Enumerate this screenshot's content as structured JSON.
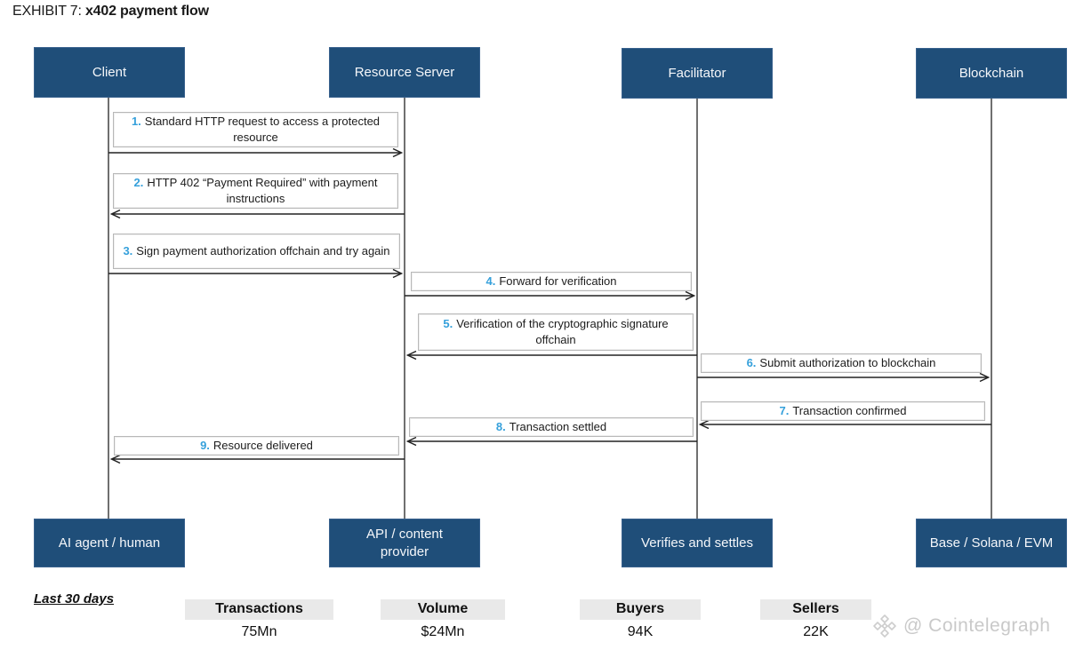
{
  "title": {
    "prefix": "EXHIBIT 7: ",
    "bold": "x402 payment flow"
  },
  "actors": {
    "top": [
      {
        "label": "Client"
      },
      {
        "label": "Resource Server"
      },
      {
        "label": "Facilitator"
      },
      {
        "label": "Blockchain"
      }
    ],
    "bottom": [
      {
        "label": "AI agent / human"
      },
      {
        "label": "API / content provider"
      },
      {
        "label": "Verifies and settles"
      },
      {
        "label": "Base / Solana / EVM"
      }
    ]
  },
  "steps": [
    {
      "num": "1.",
      "text": "Standard HTTP request to access a protected resource",
      "from": "Client",
      "to": "Resource Server",
      "direction": "right"
    },
    {
      "num": "2.",
      "text": "HTTP 402 “Payment Required” with payment instructions",
      "from": "Resource Server",
      "to": "Client",
      "direction": "left"
    },
    {
      "num": "3.",
      "text": "Sign payment authorization offchain and try again",
      "from": "Client",
      "to": "Resource Server",
      "direction": "right"
    },
    {
      "num": "4.",
      "text": "Forward for verification",
      "from": "Resource Server",
      "to": "Facilitator",
      "direction": "right"
    },
    {
      "num": "5.",
      "text": "Verification of the cryptographic signature offchain",
      "from": "Facilitator",
      "to": "Resource Server",
      "direction": "left"
    },
    {
      "num": "6.",
      "text": "Submit authorization to blockchain",
      "from": "Facilitator",
      "to": "Blockchain",
      "direction": "right"
    },
    {
      "num": "7.",
      "text": "Transaction confirmed",
      "from": "Blockchain",
      "to": "Facilitator",
      "direction": "left"
    },
    {
      "num": "8.",
      "text": "Transaction settled",
      "from": "Facilitator",
      "to": "Resource Server",
      "direction": "left"
    },
    {
      "num": "9.",
      "text": "Resource delivered",
      "from": "Resource Server",
      "to": "Client",
      "direction": "left"
    }
  ],
  "stats": {
    "period_label": "Last 30 days",
    "items": [
      {
        "label": "Transactions",
        "value": "75Mn"
      },
      {
        "label": "Volume",
        "value": "$24Mn"
      },
      {
        "label": "Buyers",
        "value": "94K"
      },
      {
        "label": "Sellers",
        "value": "22K"
      }
    ]
  },
  "watermark": {
    "text": "@ Cointelegraph"
  },
  "colors": {
    "actor_box_blue": "#1f4e79",
    "step_number_blue": "#35a0db",
    "stat_header_bg": "#e9e9e9",
    "watermark_gray": "#c9c9c9",
    "line_black": "#222222"
  }
}
